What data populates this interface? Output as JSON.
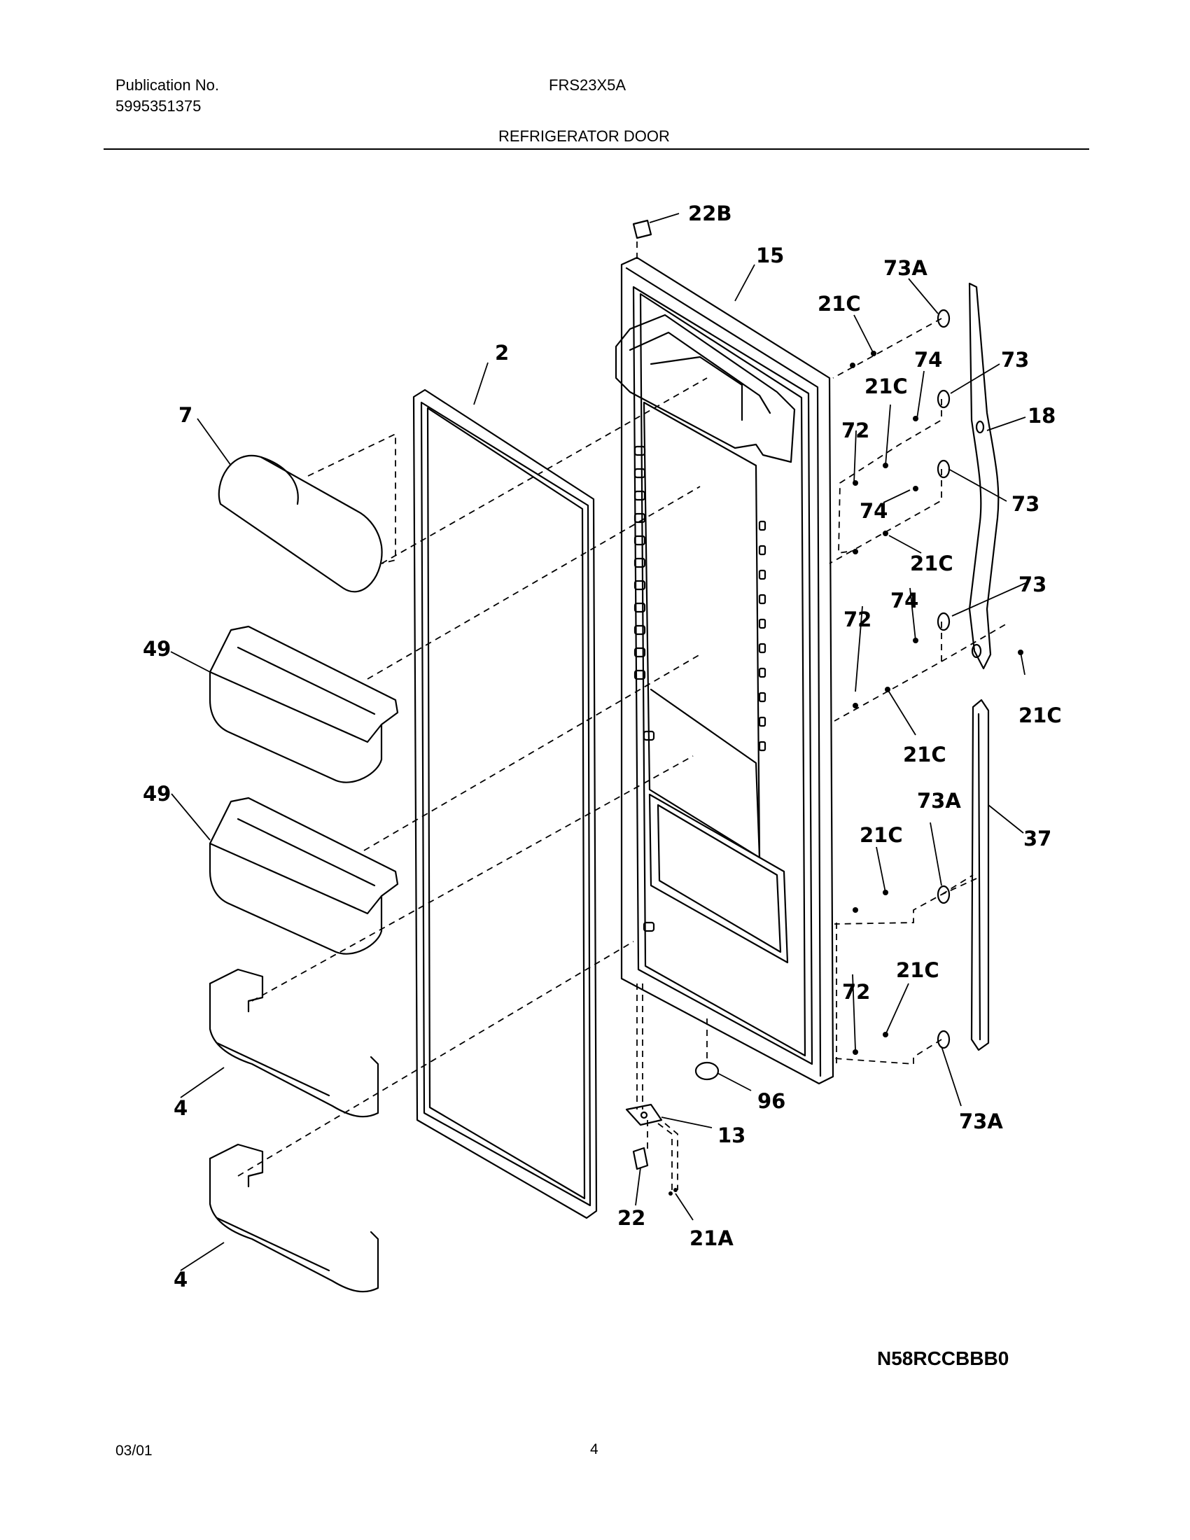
{
  "header": {
    "publication_label": "Publication No.",
    "publication_number": "5995351375",
    "model": "FRS23X5A",
    "section_title": "REFRIGERATOR DOOR"
  },
  "callouts": {
    "c22B": "22B",
    "c15": "15",
    "c73A_top": "73A",
    "c21C_a": "21C",
    "c74_a": "74",
    "c73_a": "73",
    "c2": "2",
    "c7": "7",
    "c21C_b": "21C",
    "c18": "18",
    "c72_a": "72",
    "c74_b": "74",
    "c73_b": "73",
    "c21C_c": "21C",
    "c73_c": "73",
    "c72_b": "72",
    "c74_c": "74",
    "c49_a": "49",
    "c21C_d": "21C",
    "c21C_e": "21C",
    "c49_b": "49",
    "c73A_mid": "73A",
    "c21C_f": "21C",
    "c37": "37",
    "c21C_g": "21C",
    "c72_c": "72",
    "c4_a": "4",
    "c96": "96",
    "c13": "13",
    "c73A_bot": "73A",
    "c22": "22",
    "c21A": "21A",
    "c4_b": "4"
  },
  "diagram_code": "N58RCCBBB0",
  "footer": {
    "date": "03/01",
    "page": "4"
  }
}
